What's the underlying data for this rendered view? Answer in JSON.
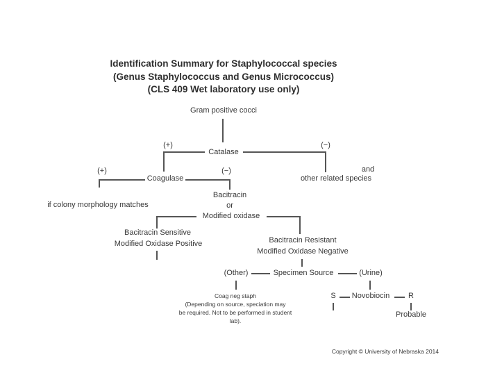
{
  "title": {
    "line1": "Identification Summary for Staphylococcal species",
    "line2": "(Genus Staphylococcus and Genus Micrococcus)",
    "line3": "(CLS 409 Wet laboratory use only)"
  },
  "nodes": {
    "gram_positive": "Gram positive cocci",
    "catalase": "Catalase",
    "catalase_positive": "(+)",
    "catalase_negative": "(−)",
    "and_label": "and",
    "other_related_species": "other related species",
    "coagulase": "Coagulase",
    "coagulase_positive": "(+)",
    "coagulase_negative": "(−)",
    "if_colony_note": "if colony morphology matches",
    "bacitracin": "Bacitracin",
    "or_label": "or",
    "modified_oxidase": "Modified oxidase",
    "sensitive_line1": "Bacitracin Sensitive",
    "sensitive_line2": "Modified Oxidase Positive",
    "resistant_line1": "Bacitracin Resistant",
    "resistant_line2": "Modified Oxidase Negative",
    "other_source": "(Other)",
    "specimen_source": "Specimen Source",
    "urine_source": "(Urine)",
    "note_line1": "Coag neg staph",
    "note_line2": "(Depending on source, speciation may",
    "note_line3": "be required. Not to be performed in student",
    "note_line4": "lab).",
    "susceptible": "S",
    "novobiocin": "Novobiocin",
    "resistant": "R",
    "probable": "Probable"
  },
  "footer": {
    "copyright": "Copyright © University of Nebraska 2014"
  },
  "colors": {
    "background": "#ffffff",
    "text": "#383838",
    "connector": "#555555"
  }
}
